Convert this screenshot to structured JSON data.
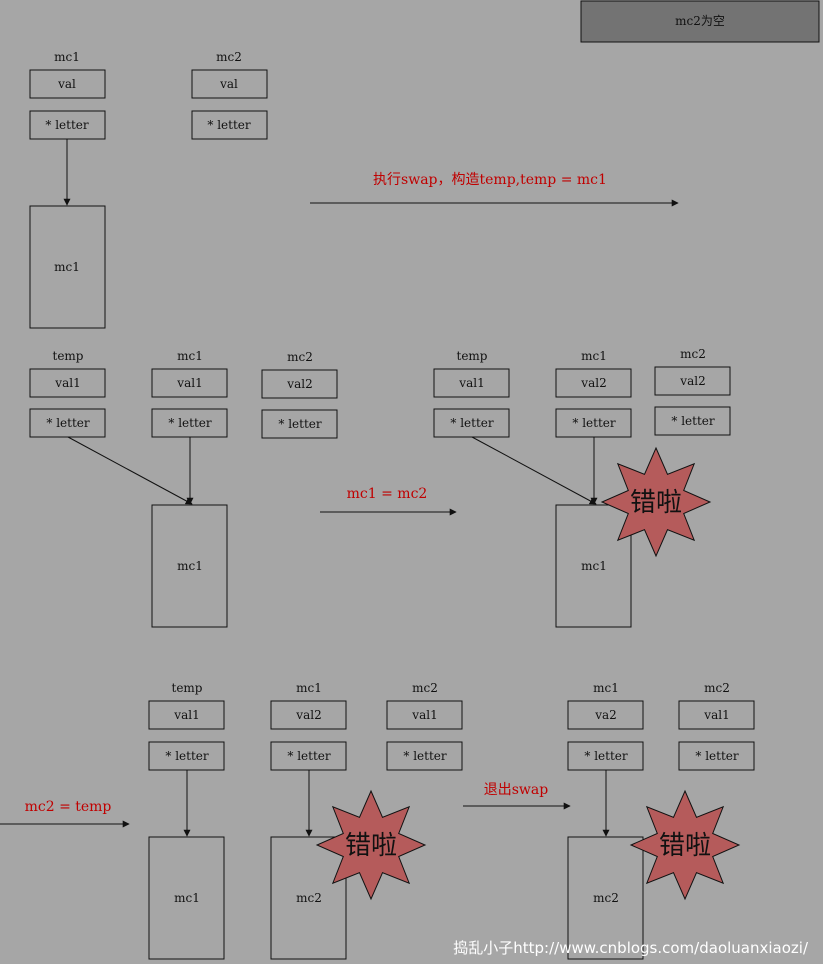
{
  "banner": "mc2为空",
  "labels": {
    "mc1": "mc1",
    "mc2": "mc2",
    "temp": "temp",
    "val": "val",
    "val1": "val1",
    "val2": "val2",
    "va2": "va2",
    "letter": "* letter"
  },
  "steps": {
    "swap": "执行swap，构造temp,temp = mc1",
    "mc1_eq_mc2": "mc1 = mc2",
    "mc2_eq_temp": "mc2 = temp",
    "exit": "退出swap"
  },
  "error_text": "错啦",
  "watermark": "捣乱小子http://www.cnblogs.com/daoluanxiaozi/",
  "colors": {
    "background": "#a6a6a6",
    "banner_fill": "#737373",
    "step_text": "#c00000",
    "star_fill": "#b55b5b"
  }
}
